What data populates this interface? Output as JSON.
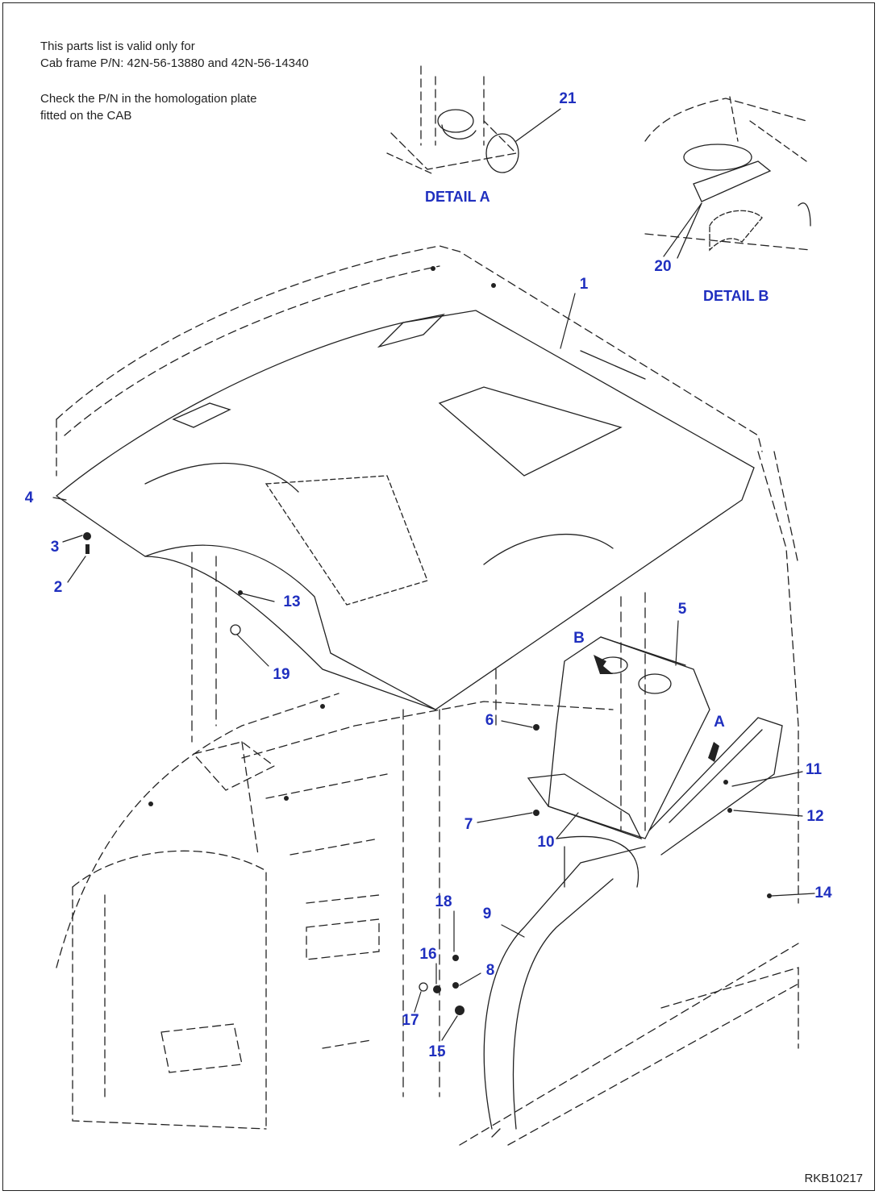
{
  "notes": [
    "This parts list is valid only for",
    "Cab frame P/N: 42N-56-13880 and 42N-56-14340",
    "Check the P/N in the homologation plate",
    "fitted on the CAB"
  ],
  "details": {
    "a": "DETAIL A",
    "b": "DETAIL B"
  },
  "view_arrows": {
    "a": "A",
    "b": "B"
  },
  "callouts": [
    "1",
    "2",
    "3",
    "4",
    "5",
    "6",
    "7",
    "8",
    "9",
    "10",
    "11",
    "12",
    "13",
    "14",
    "15",
    "16",
    "17",
    "18",
    "19",
    "20",
    "21"
  ],
  "document_id": "RKB10217",
  "colors": {
    "callout": "#1f2fbf",
    "line": "#222222"
  }
}
